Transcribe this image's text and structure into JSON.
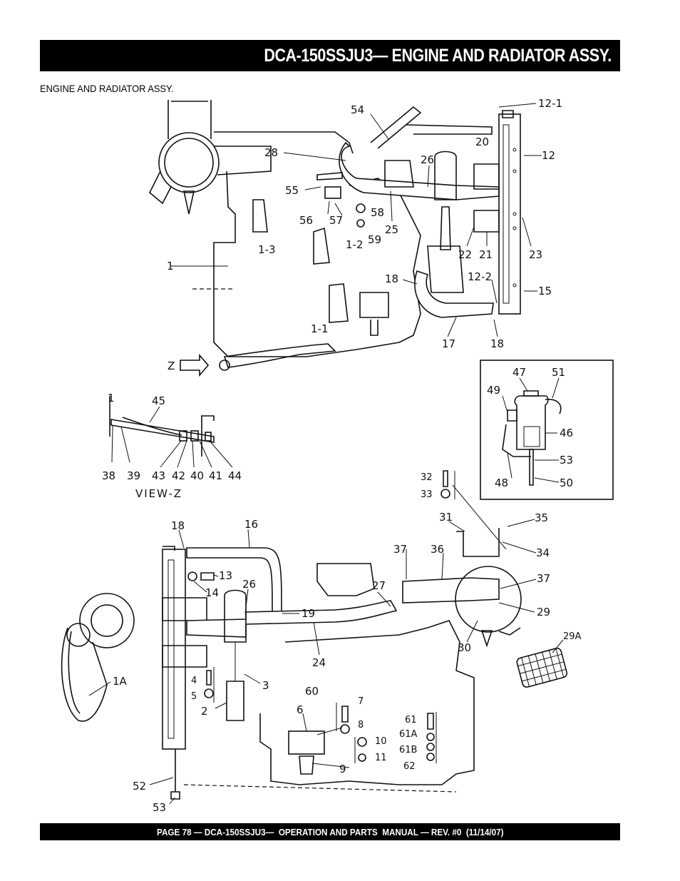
{
  "header": {
    "title": "DCA-150SSJU3— ENGINE AND RADIATOR ASSY."
  },
  "section": {
    "label": "ENGINE AND RADIATOR ASSY."
  },
  "footer": {
    "text": "PAGE 78 — DCA-150SSJU3—  OPERATION AND PARTS  MANUAL — REV. #0  (11/14/07)"
  },
  "diagram": {
    "view_label": "VIEW-Z",
    "z_label": "Z",
    "callouts": {
      "c54": "54",
      "c12_1": "12-1",
      "c20": "20",
      "c12": "12",
      "c28": "28",
      "c26a": "26",
      "c55": "55",
      "c58": "58",
      "c56": "56",
      "c57": "57",
      "c25": "25",
      "c59": "59",
      "c22": "22",
      "c21": "21",
      "c23": "23",
      "c1_3": "1-3",
      "c1_2": "1-2",
      "c1": "1",
      "c18a": "18",
      "c12_2": "12-2",
      "c15": "15",
      "c1_1": "1-1",
      "c17": "17",
      "c18b": "18",
      "c47": "47",
      "c51": "51",
      "c49": "49",
      "c46": "46",
      "c53": "53",
      "c48": "48",
      "c50": "50",
      "c32": "32",
      "c33": "33",
      "c45": "45",
      "c1z": "1",
      "c38": "38",
      "c39": "39",
      "c43": "43",
      "c42": "42",
      "c40": "40",
      "c41": "41",
      "c44": "44",
      "c18c": "18",
      "c16": "16",
      "c13": "13",
      "c14": "14",
      "c26b": "26",
      "c19": "19",
      "c37a": "37",
      "c36": "36",
      "c31": "31",
      "c35": "35",
      "c34": "34",
      "c37b": "37",
      "c27": "27",
      "c29": "29",
      "c29a": "29A",
      "c30": "30",
      "c24": "24",
      "c1a": "1A",
      "c4": "4",
      "c5": "5",
      "c3": "3",
      "c60": "60",
      "c2": "2",
      "c6": "6",
      "c7": "7",
      "c8": "8",
      "c10": "10",
      "c11": "11",
      "c9": "9",
      "c61": "61",
      "c61a": "61A",
      "c61b": "61B",
      "c62": "62",
      "c52": "52",
      "c53b": "53"
    }
  }
}
